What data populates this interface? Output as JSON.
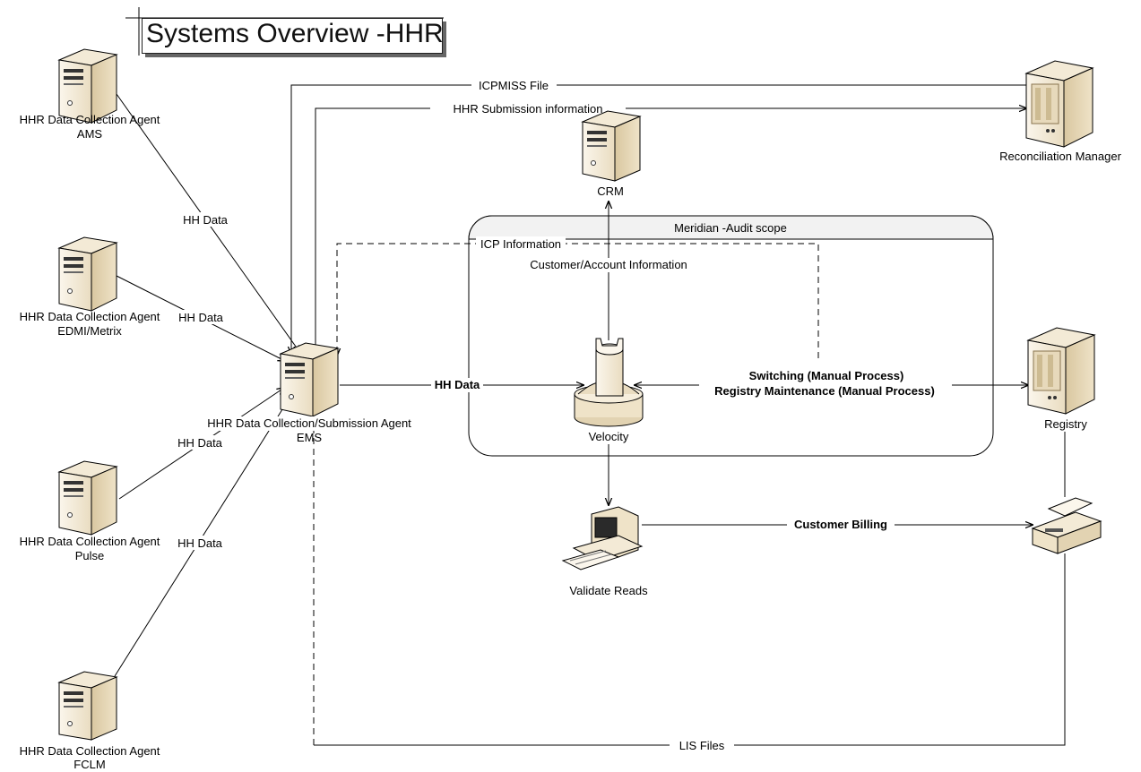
{
  "title": "Systems Overview -HHR",
  "boundary": {
    "label": "Meridian -Audit scope"
  },
  "nodes": {
    "ams": {
      "line1": "HHR Data Collection Agent",
      "line2": "AMS"
    },
    "edmi": {
      "line1": "HHR Data Collection Agent",
      "line2": "EDMI/Metrix"
    },
    "pulse": {
      "line1": "HHR Data Collection Agent",
      "line2": "Pulse"
    },
    "fclm": {
      "line1": "HHR Data Collection Agent",
      "line2": "FCLM"
    },
    "ems": {
      "line1": "HHR Data Collection/Submission Agent",
      "line2": "EMS"
    },
    "crm": {
      "line1": "CRM"
    },
    "recon": {
      "line1": "Reconciliation Manager"
    },
    "velocity": {
      "line1": "Velocity"
    },
    "registry": {
      "line1": "Registry"
    },
    "validate": {
      "line1": "Validate Reads"
    },
    "printer": {
      "line1": ""
    }
  },
  "edges": {
    "icpmiss": "ICPMISS File",
    "hhr_submission": "HHR Submission information",
    "hh_ams": "HH Data",
    "hh_edmi": "HH Data",
    "hh_pulse": "HH Data",
    "hh_fclm": "HH Data",
    "hh_ems_velocity": "HH Data",
    "icp_info": "ICP Information",
    "customer_account": "Customer/Account Information",
    "switching": "Switching (Manual Process)",
    "registry_maint": "Registry Maintenance (Manual Process)",
    "customer_billing": "Customer Billing",
    "lis_files": "LIS Files"
  },
  "colors": {
    "server_light": "#f7efe0",
    "server_mid": "#e2d3b2",
    "server_dark": "#a08a5e",
    "boundary_fill": "#ffffff"
  }
}
